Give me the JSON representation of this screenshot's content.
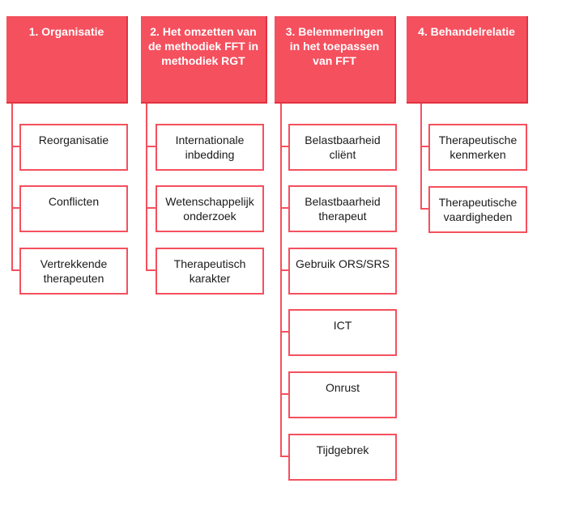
{
  "columns": [
    {
      "header": "1. Organisatie",
      "items": [
        "Reorganisatie",
        "Conflicten",
        "Vertrekkende therapeuten"
      ]
    },
    {
      "header": "2. Het omzetten van de methodiek FFT in methodiek RGT",
      "items": [
        "Internationale inbedding",
        "Wetenschappelijk onderzoek",
        "Therapeutisch karakter"
      ]
    },
    {
      "header": "3. Belemmeringen in het toepassen van FFT",
      "items": [
        "Belastbaarheid cliënt",
        "Belastbaarheid therapeut",
        "Gebruik ORS/SRS",
        "ICT",
        "Onrust",
        "Tijdgebrek"
      ]
    },
    {
      "header": "4. Behandelrelatie",
      "items": [
        "Therapeutische kenmerken",
        "Therapeutische vaardigheden"
      ]
    }
  ],
  "colors": {
    "accent": "#f5505e",
    "header_text": "#ffffff",
    "item_text": "#1a1a1a"
  }
}
